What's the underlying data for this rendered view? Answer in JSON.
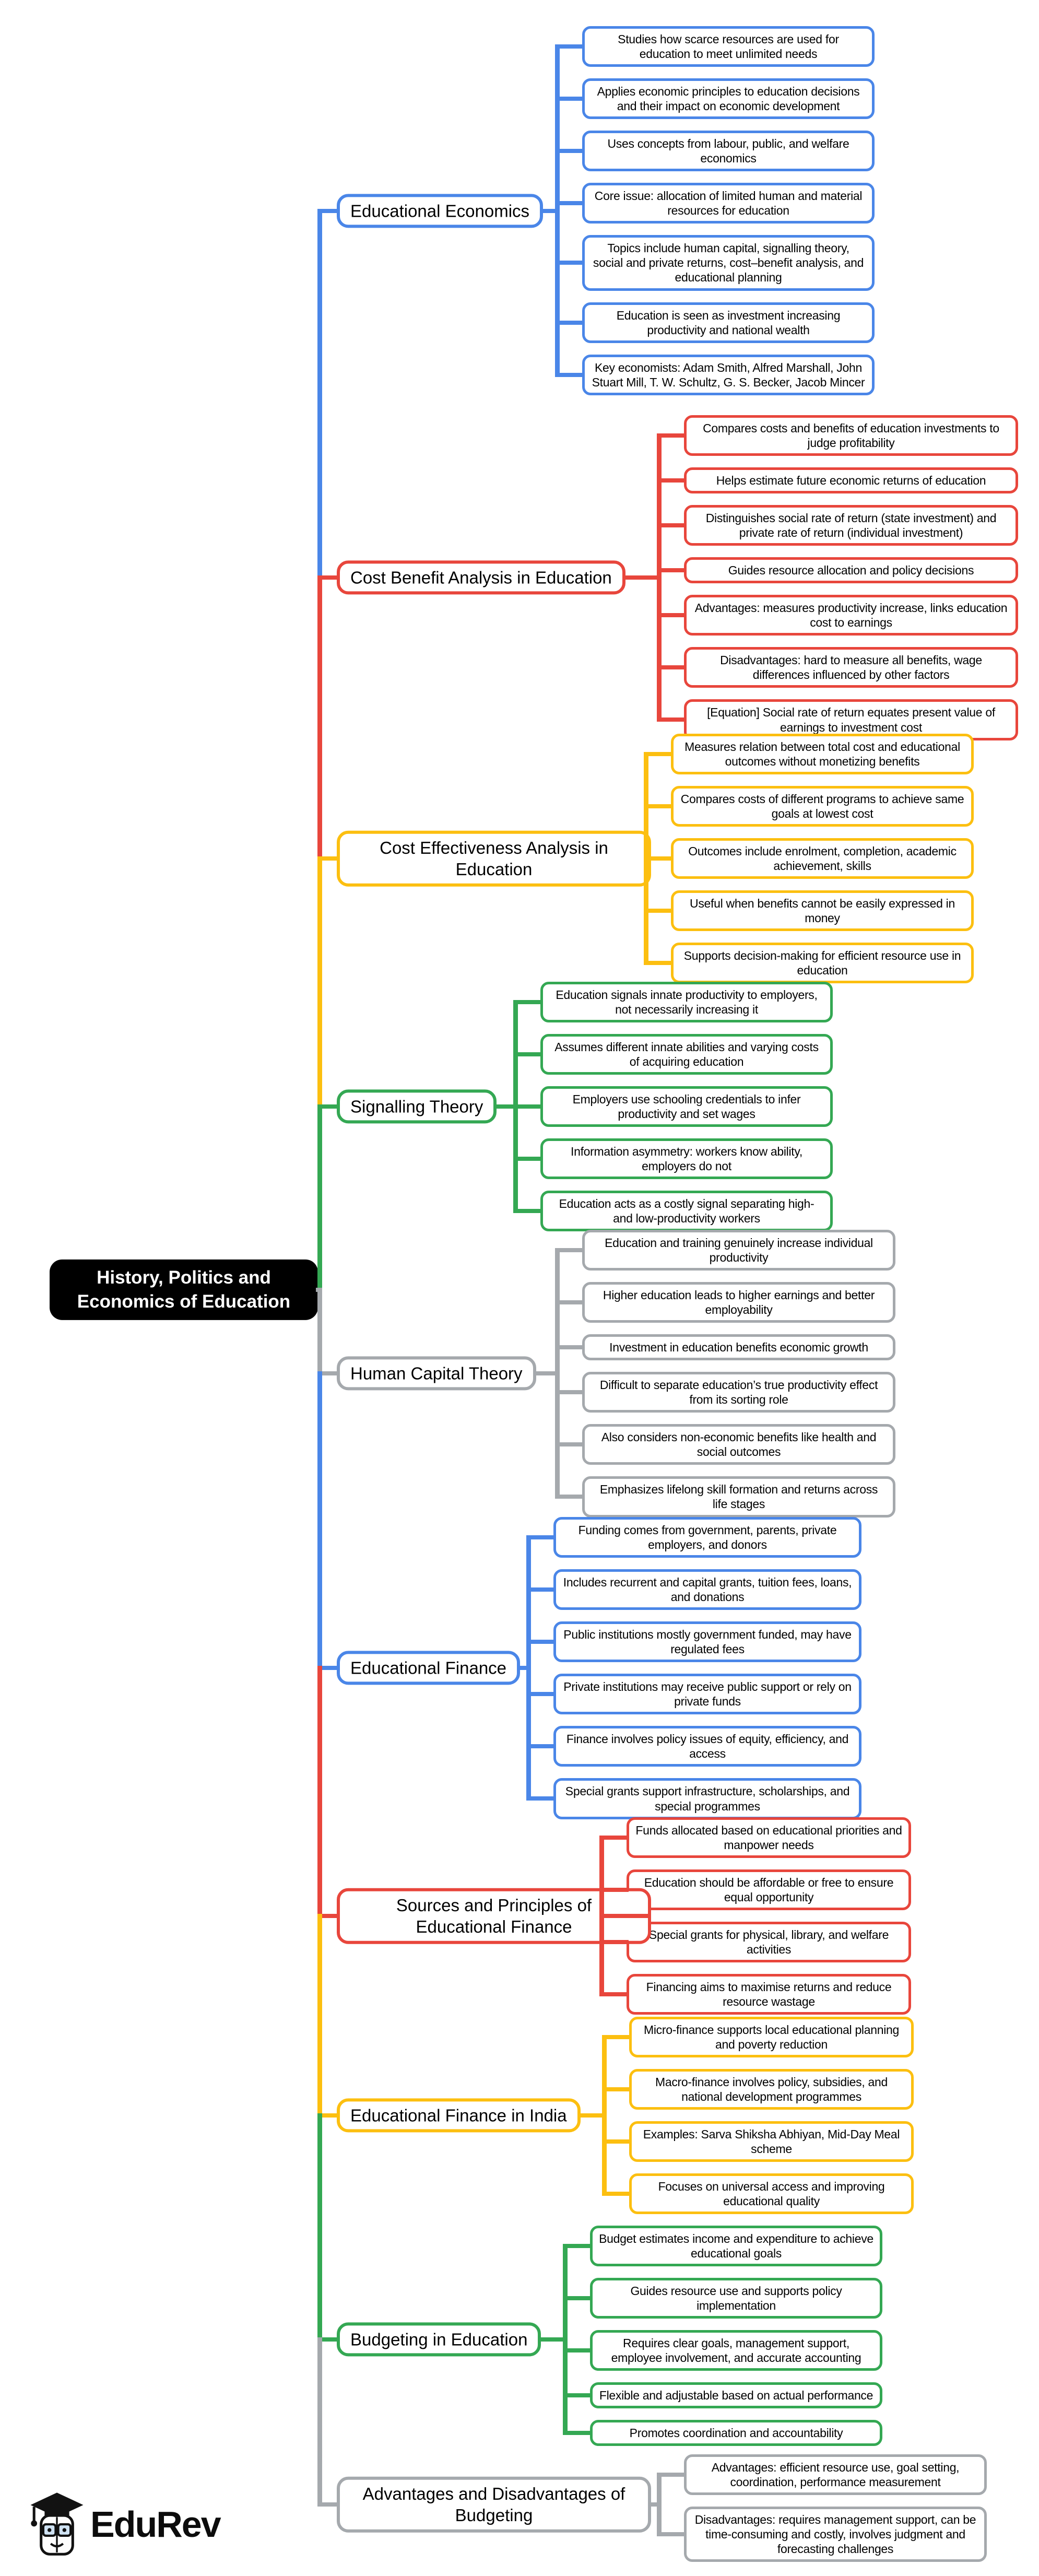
{
  "root": {
    "title": "History, Politics and Economics of Education",
    "color": "#000000"
  },
  "logo": {
    "text": "EduRev"
  },
  "branches": [
    {
      "label": "Educational Economics",
      "color": "#4a86e8",
      "children": [
        "Studies how scarce resources are used for education to meet unlimited needs",
        "Applies economic principles to education decisions and their impact on economic development",
        "Uses concepts from labour, public, and welfare economics",
        "Core issue: allocation of limited human and material resources for education",
        "Topics include human capital, signalling theory, social and private returns, cost–benefit analysis, and educational planning",
        "Education is seen as investment increasing productivity and national wealth",
        "Key economists: Adam Smith, Alfred Marshall, John Stuart Mill, T. W. Schultz, G. S. Becker, Jacob Mincer"
      ]
    },
    {
      "label": "Cost Benefit Analysis in Education",
      "color": "#e8463c",
      "children": [
        "Compares costs and benefits of education investments to judge profitability",
        "Helps estimate future economic returns of education",
        "Distinguishes social rate of return (state investment) and private rate of return (individual investment)",
        "Guides resource allocation and policy decisions",
        "Advantages: measures productivity increase, links education cost to earnings",
        "Disadvantages: hard to measure all benefits, wage differences influenced by other factors",
        "[Equation] Social rate of return equates present value of earnings to investment cost"
      ]
    },
    {
      "label": "Cost Effectiveness Analysis in Education",
      "color": "#fcbf10",
      "children": [
        "Measures relation between total cost and educational outcomes without monetizing benefits",
        "Compares costs of different programs to achieve same goals at lowest cost",
        "Outcomes include enrolment, completion, academic achievement, skills",
        "Useful when benefits cannot be easily expressed in money",
        "Supports decision-making for efficient resource use in education"
      ]
    },
    {
      "label": "Signalling Theory",
      "color": "#34a853",
      "children": [
        "Education signals innate productivity to employers, not necessarily increasing it",
        "Assumes different innate abilities and varying costs of acquiring education",
        "Employers use schooling credentials to infer productivity and set wages",
        "Information asymmetry: workers know ability, employers do not",
        "Education acts as a costly signal separating high- and low-productivity workers"
      ]
    },
    {
      "label": "Human Capital Theory",
      "color": "#a5a9ad",
      "children": [
        "Education and training genuinely increase individual productivity",
        "Higher education leads to higher earnings and better employability",
        "Investment in education benefits economic growth",
        "Difficult to separate education’s true productivity effect from its sorting role",
        "Also considers non-economic benefits like health and social outcomes",
        "Emphasizes lifelong skill formation and returns across life stages"
      ]
    },
    {
      "label": "Educational Finance",
      "color": "#4a86e8",
      "children": [
        "Funding comes from government, parents, private employers, and donors",
        "Includes recurrent and capital grants, tuition fees, loans, and donations",
        "Public institutions mostly government funded, may have regulated fees",
        "Private institutions may receive public support or rely on private funds",
        "Finance involves policy issues of equity, efficiency, and access",
        "Special grants support infrastructure, scholarships, and special programmes"
      ]
    },
    {
      "label": "Sources and Principles of Educational Finance",
      "color": "#e8463c",
      "children": [
        "Funds allocated based on educational priorities and manpower needs",
        "Education should be affordable or free to ensure equal opportunity",
        "Special grants for physical, library, and welfare activities",
        "Financing aims to maximise returns and reduce resource wastage"
      ]
    },
    {
      "label": "Educational Finance in India",
      "color": "#fcbf10",
      "children": [
        "Micro-finance supports local educational planning and poverty reduction",
        "Macro-finance involves policy, subsidies, and national development programmes",
        "Examples: Sarva Shiksha Abhiyan, Mid-Day Meal scheme",
        "Focuses on universal access and improving educational quality"
      ]
    },
    {
      "label": "Budgeting in Education",
      "color": "#34a853",
      "children": [
        "Budget estimates income and expenditure to achieve educational goals",
        "Guides resource use and supports policy implementation",
        "Requires clear goals, management support, employee involvement, and accurate accounting",
        "Flexible and adjustable based on actual performance",
        "Promotes coordination and accountability"
      ]
    },
    {
      "label": "Advantages and Disadvantages of Budgeting",
      "color": "#a5a9ad",
      "children": [
        "Advantages: efficient resource use, goal setting, coordination, performance measurement",
        "Disadvantages: requires management support, can be time-consuming and costly, involves judgment and forecasting challenges"
      ]
    }
  ]
}
